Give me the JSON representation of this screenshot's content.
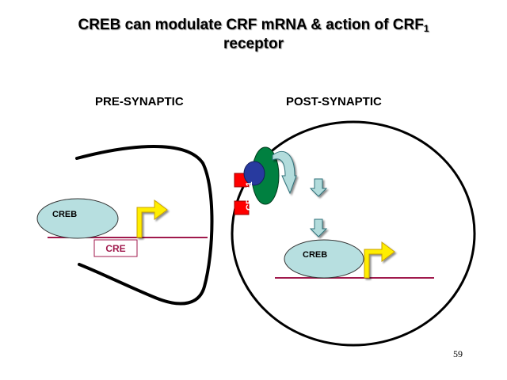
{
  "slide": {
    "title_main": "CREB can modulate  CRF mRNA & action of CRF",
    "title_subscript": "1",
    "title_line2": "receptor",
    "page_number": "59"
  },
  "pre_synaptic": {
    "heading": "PRE-SYNAPTIC",
    "creb_label": "CREB",
    "cre_label": "CRE"
  },
  "post_synaptic": {
    "heading": "POST-SYNAPTIC",
    "receptor_label": "CRFR1",
    "creb_label": "CREB"
  },
  "colors": {
    "creb_fill": "#b7dfe0",
    "dna_line": "#a0194c",
    "promoter_arrow": "#ffee00",
    "receptor_red": "#ff0000",
    "green_protein": "#008040",
    "blue_protein": "#283a9f",
    "signal_arrow": "#b2dcdc"
  }
}
